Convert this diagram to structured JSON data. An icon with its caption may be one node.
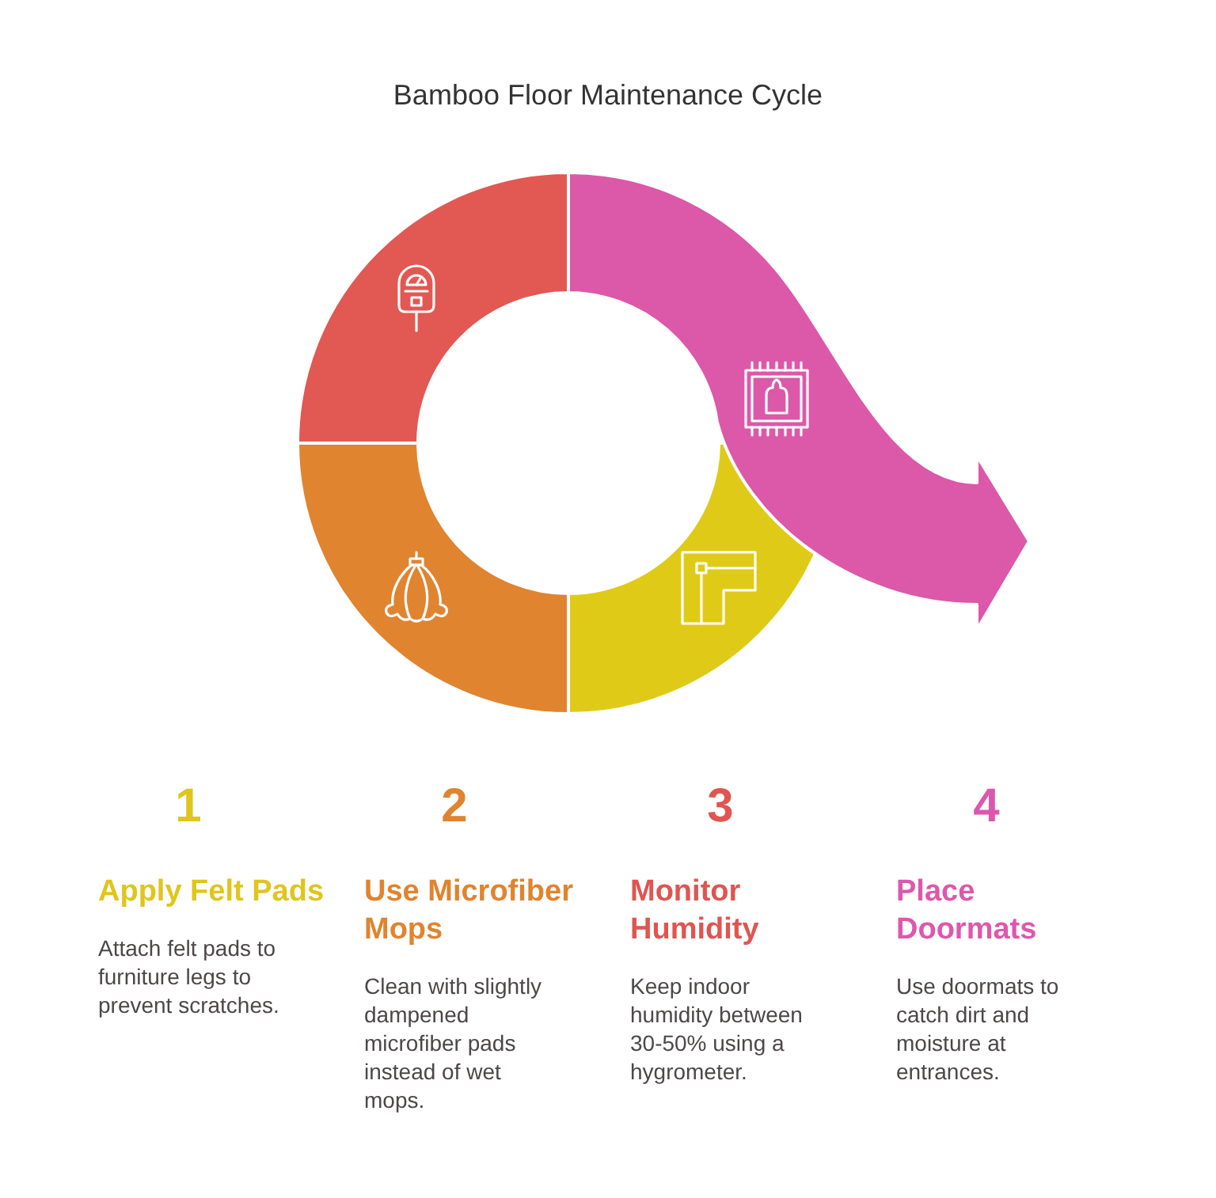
{
  "diagram": {
    "title": "Bamboo Floor Maintenance Cycle",
    "labels": [
      "1",
      "Apply Felt Pads",
      "Attach felt pads to furniture legs to prevent scratches.",
      "2",
      "Use Microfiber Mops",
      "Clean with slightly dampened microfiber pads instead of wet mops.",
      "3",
      "Monitor Humidity",
      "Keep indoor humidity between 30-50% using a hygrometer.",
      "4",
      "Place Doormats",
      "Use doormats to catch dirt and moisture at entrances."
    ]
  }
}
